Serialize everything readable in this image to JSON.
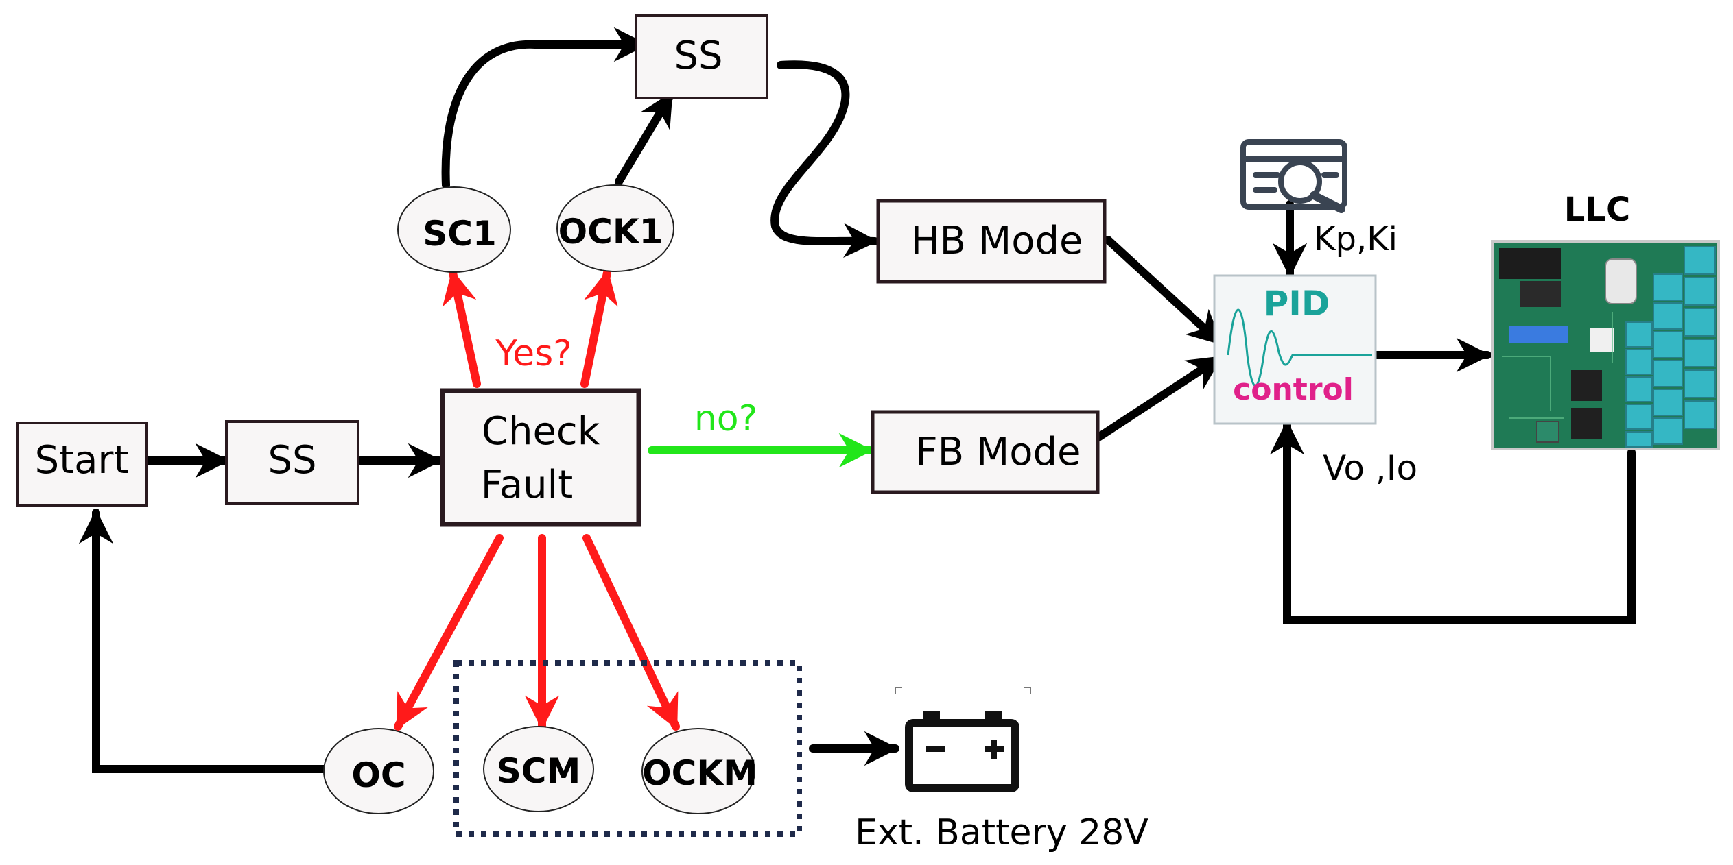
{
  "nodes": {
    "start": "Start",
    "ss_main": "SS",
    "check_fault": [
      "Check",
      "Fault"
    ],
    "ss_top": "SS",
    "sc1": "SC1",
    "ock1": "OCK1",
    "hb_mode": "HB Mode",
    "fb_mode": "FB Mode",
    "oc": "OC",
    "scm": "SCM",
    "ockm": "OCKM"
  },
  "edge_labels": {
    "yes": "Yes?",
    "no": "no?"
  },
  "pid": {
    "title": "PID",
    "subtitle": "control",
    "params": "Kp,Ki",
    "feedback": "Vo ,Io"
  },
  "llc": {
    "title": "LLC"
  },
  "battery": {
    "label": "Ext. Battery 28V"
  },
  "colors": {
    "flow": "#000000",
    "fault": "#ff1a1a",
    "ok": "#22e61a",
    "pid_teal": "#1aa39a",
    "pid_magenta": "#e0218a",
    "box_fill": "#f8f6f6",
    "box_stroke": "#2a1a1f",
    "dotted_frame": "#1f2a4a",
    "board_green": "#1f7a55",
    "board_teal": "#35b7c4"
  },
  "icons": {
    "lookup": "table-search-icon",
    "battery": "battery-icon",
    "board": "llc-board-photo"
  }
}
